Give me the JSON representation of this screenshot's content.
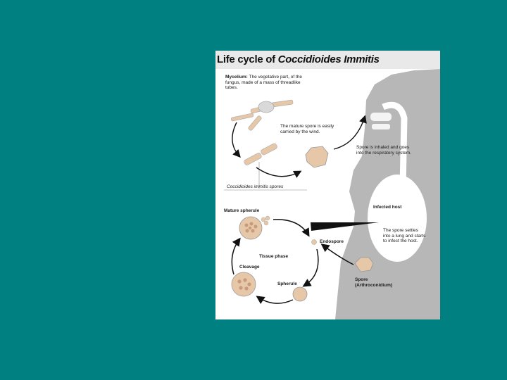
{
  "slide": {
    "background_color": "#008080"
  },
  "diagram": {
    "title_prefix": "Life cycle of ",
    "title_species": "Coccidioides Immitis",
    "mycelium_term": "Mycelium:",
    "mycelium_desc": "The vegetative part, of the fungus, made of a mass of threadlike tubes.",
    "wind_note": "The mature spore is easily carried by the wind.",
    "inhaled_note": "Spore is inhaled and goes into the respiratory system.",
    "spores_label": "Coccidioides immitis spores",
    "infected_host": "Infected host",
    "settles_note": "The spore settles into a lung and starts to infect the host.",
    "mature_spherule": "Mature spherule",
    "endospore": "Endospore",
    "tissue_phase": "Tissue phase",
    "cleavage": "Cleavage",
    "spherule": "Spherule",
    "spore_label": "Spore",
    "arthroconidium": "(Arthroconidium)",
    "colors": {
      "silhouette": "#b7b7b7",
      "tan": "#e6c7a8",
      "arrow": "#111111"
    }
  }
}
